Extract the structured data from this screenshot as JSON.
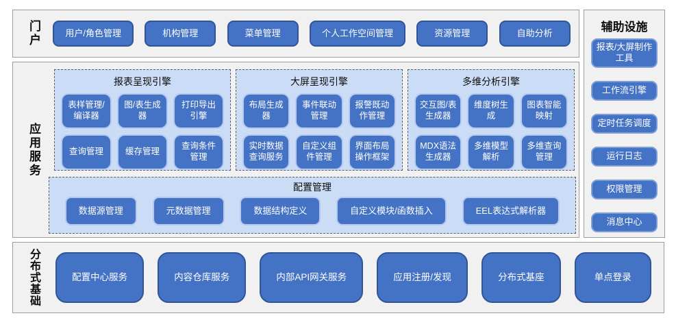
{
  "portal": {
    "label": "门户",
    "items": [
      "用户/角色管理",
      "机构管理",
      "菜单管理",
      "个人工作空间管理",
      "资源管理",
      "自助分析"
    ]
  },
  "app_services": {
    "label": "应用服务",
    "engines": [
      {
        "title": "报表呈现引擎",
        "items": [
          "表样管理/编译器",
          "图/表生成器",
          "打印导出引擎",
          "查询管理",
          "缓存管理",
          "查询条件管理"
        ]
      },
      {
        "title": "大屏呈现引擎",
        "items": [
          "布局生成器",
          "事件联动管理",
          "报警既动作管理",
          "实时数据查询服务",
          "自定义组件管理",
          "界面布局操作框架"
        ]
      },
      {
        "title": "多维分析引擎",
        "items": [
          "交互图/表生成器",
          "维度树生成",
          "图表智能映射",
          "MDX语法生成器",
          "多维模型解析",
          "多维查询管理"
        ]
      }
    ],
    "config": {
      "title": "配置管理",
      "items": [
        "数据源管理",
        "元数据管理",
        "数据结构定义",
        "自定义模块/函数插入",
        "EEL表达式解析器"
      ]
    }
  },
  "foundation": {
    "label": "分布式基础",
    "items": [
      "配置中心服务",
      "内容仓库服务",
      "内部API网关服务",
      "应用注册/发现",
      "分布式基座",
      "单点登录"
    ]
  },
  "auxiliary": {
    "title": "辅助设施",
    "items": [
      "报表/大屏制作工具",
      "工作流引擎",
      "定时任务调度",
      "运行日志",
      "权限管理",
      "消息中心"
    ]
  },
  "colors": {
    "node_blue": "#4472C4",
    "node_border_dark": "#2F5597",
    "node_border_light": "#B6C9EE",
    "panel_light_blue": "#CBDCF6",
    "section_bg": "#F1F1F1",
    "section_border": "#9C9C9C",
    "dashed_border": "#5F5F5F",
    "node_text": "#FFFFFF",
    "title_text": "#0C0C0C"
  }
}
